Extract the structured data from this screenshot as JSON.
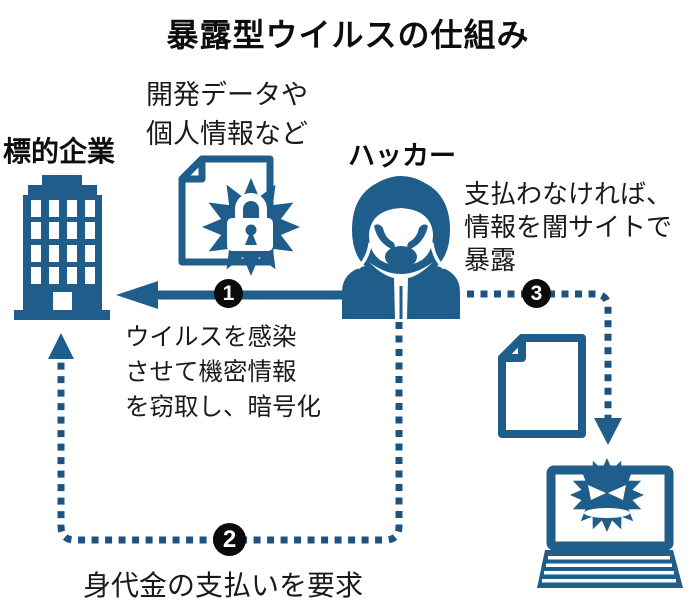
{
  "title": "暴露型ウイルスの仕組み",
  "labels": {
    "target_company": "標的企業",
    "hacker": "ハッカー"
  },
  "annotations": {
    "data_label": {
      "line1": "開発データや",
      "line2": "個人情報など"
    },
    "step1_text": {
      "line1": "ウイルスを感染",
      "line2": "させて機密情報",
      "line3": "を窃取し、暗号化"
    },
    "step2_text": "身代金の支払いを要求",
    "step3_text": {
      "line1": "支払わなければ、",
      "line2": "情報を闇サイトで",
      "line3": "暴露"
    }
  },
  "step_badges": {
    "step1": "1",
    "step2": "2",
    "step3": "3"
  },
  "icons": {
    "building": "target-company-building-icon",
    "locked_document": "document-with-lock-burst-icon",
    "hacker_figure": "hooded-hacker-icon",
    "document": "leaked-document-icon",
    "infected_laptop": "laptop-with-virus-icon",
    "solid_arrow": "left-arrow",
    "dotted_arrow_2": "dotted-loop-arrow-up",
    "dotted_arrow_3": "dotted-corner-arrow-down"
  },
  "colors": {
    "primary_blue": "#1f5d8b",
    "dash_blue": "#1e5380",
    "badge_black": "#0b0b0b",
    "text_black": "#151515",
    "background": "#ffffff"
  }
}
